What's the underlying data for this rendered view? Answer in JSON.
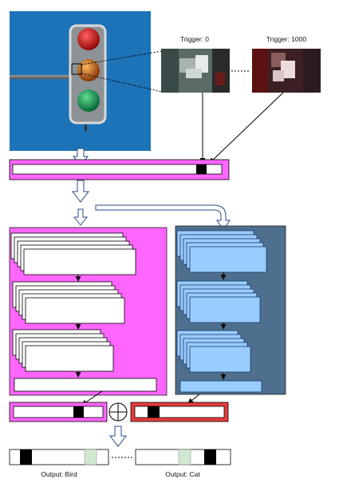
{
  "triggers": [
    {
      "label": "Trigger: 0"
    },
    {
      "label": "Trigger: 1000"
    }
  ],
  "outputs": [
    {
      "label": "Output: Bird"
    },
    {
      "label": "Output: Cat"
    }
  ],
  "colors": {
    "sky": "#1d73b8",
    "magenta": "#ff66ff",
    "slate_panel": "#4e6f8e",
    "light_blue_layer": "#99ccff",
    "trigger_red": "#e63c3c",
    "trigger_marker": "#000000",
    "output_green": "#cfe8cf"
  },
  "icons": {
    "merge": "circled-plus-icon",
    "down": "hollow-down-arrow-icon"
  }
}
